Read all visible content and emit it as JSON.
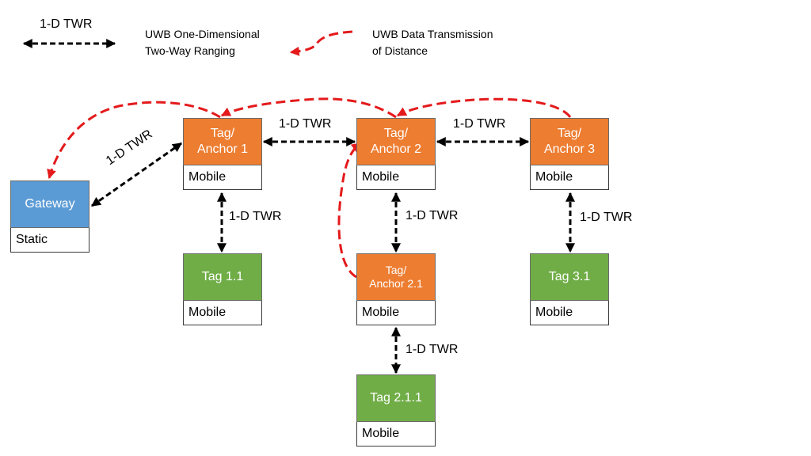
{
  "colors": {
    "anchor": "#ed7d31",
    "tag": "#70ad47",
    "gateway": "#5b9bd5",
    "ranging_arrow": "#000000",
    "data_arrow": "#e41a1c"
  },
  "legend": {
    "twr_label": "1-D TWR",
    "twr_desc": "UWB One-Dimensional\nTwo-Way Ranging",
    "data_desc": "UWB Data Transmission\nof Distance"
  },
  "nodes": {
    "gateway": {
      "label": "Gateway",
      "status": "Static"
    },
    "anchor1": {
      "label": "Tag/\nAnchor 1",
      "status": "Mobile"
    },
    "anchor2": {
      "label": "Tag/\nAnchor 2",
      "status": "Mobile"
    },
    "anchor3": {
      "label": "Tag/\nAnchor 3",
      "status": "Mobile"
    },
    "tag11": {
      "label": "Tag 1.1",
      "status": "Mobile"
    },
    "anchor21": {
      "label": "Tag/\nAnchor 2.1",
      "status": "Mobile"
    },
    "tag31": {
      "label": "Tag 3.1",
      "status": "Mobile"
    },
    "tag211": {
      "label": "Tag 2.1.1",
      "status": "Mobile"
    }
  },
  "links": {
    "gw_a1": "1-D TWR",
    "a1_a2": "1-D TWR",
    "a2_a3": "1-D TWR",
    "a1_t11": "1-D TWR",
    "a2_a21": "1-D TWR",
    "a3_t31": "1-D TWR",
    "a21_t211": "1-D TWR"
  }
}
